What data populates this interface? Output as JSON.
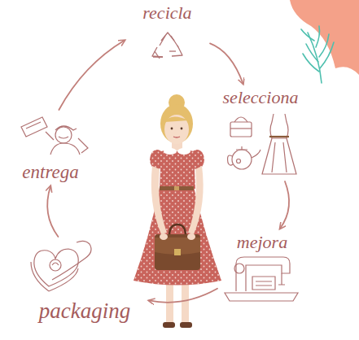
{
  "diagram": {
    "nodes": [
      {
        "text": [
          "recicla"
        ]
      },
      {
        "text": [
          "selecciona"
        ]
      },
      {
        "text": [
          "mejora"
        ]
      },
      {
        "text": [
          "packaging"
        ]
      },
      {
        "text": [
          "entrega"
        ]
      }
    ],
    "edges": [
      {
        "from": 0,
        "to": 1,
        "arrow": "to"
      },
      {
        "from": 1,
        "to": 2,
        "arrow": "to"
      },
      {
        "from": 2,
        "to": 3,
        "arrow": "to"
      },
      {
        "from": 3,
        "to": 4,
        "arrow": "to"
      },
      {
        "from": 4,
        "to": 0,
        "arrow": "to"
      }
    ]
  }
}
